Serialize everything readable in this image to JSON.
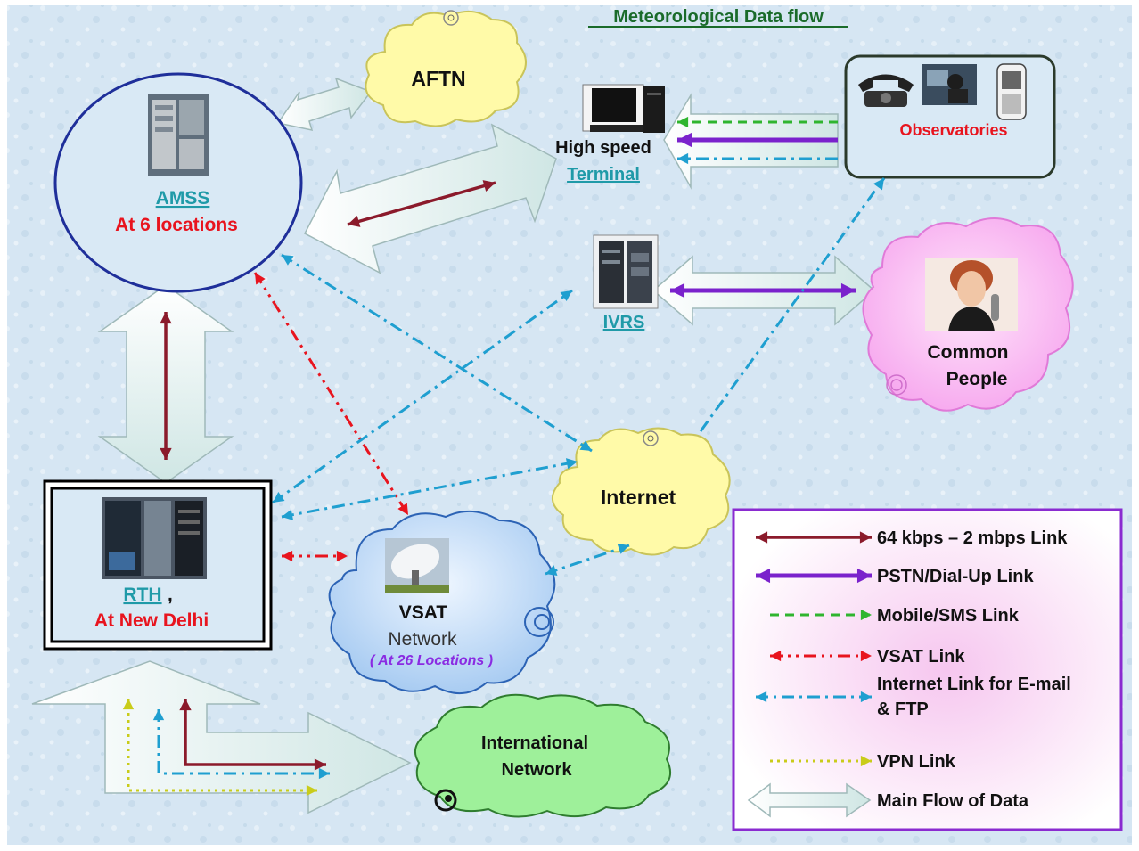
{
  "title": "Meteorological Data flow",
  "nodes": {
    "aftn": {
      "label": "AFTN"
    },
    "amss": {
      "label": "AMSS",
      "sublabel": "At 6 locations"
    },
    "terminal": {
      "label_line1": "High speed",
      "label_line2": "Terminal"
    },
    "observatories": {
      "label": "Observatories"
    },
    "ivrs": {
      "label": "IVRS"
    },
    "common_people": {
      "label_line1": "Common",
      "label_line2": "People"
    },
    "internet": {
      "label": "Internet"
    },
    "rth": {
      "label": "RTH",
      "label_suffix": ",",
      "sublabel": "At New Delhi"
    },
    "vsat": {
      "label_line1": "VSAT",
      "label_line2": "Network",
      "sublabel": "( At 26 Locations )"
    },
    "international": {
      "label_line1": "International",
      "label_line2": "Network"
    }
  },
  "legend": [
    {
      "style": "64kbps",
      "label": "64 kbps – 2 mbps Link"
    },
    {
      "style": "pstn",
      "label": "PSTN/Dial-Up Link"
    },
    {
      "style": "mobile",
      "label": "Mobile/SMS Link"
    },
    {
      "style": "vsat",
      "label": "VSAT Link"
    },
    {
      "style": "internet",
      "label_line1": "Internet Link for E-mail",
      "label_line2": "& FTP"
    },
    {
      "style": "vpn",
      "label": "VPN Link"
    },
    {
      "style": "main",
      "label": "Main Flow of Data"
    }
  ],
  "colors": {
    "link_64kbps": "#8b1a2b",
    "link_pstn": "#7a22cc",
    "link_mobile": "#2fb52f",
    "link_vsat": "#e8141e",
    "link_internet": "#1f9fd0",
    "link_vpn": "#c9cc1a",
    "title": "#1a6b2a",
    "teal_label": "#1f9aa8",
    "red_label": "#e8141e",
    "purple_label": "#8a2be2"
  }
}
